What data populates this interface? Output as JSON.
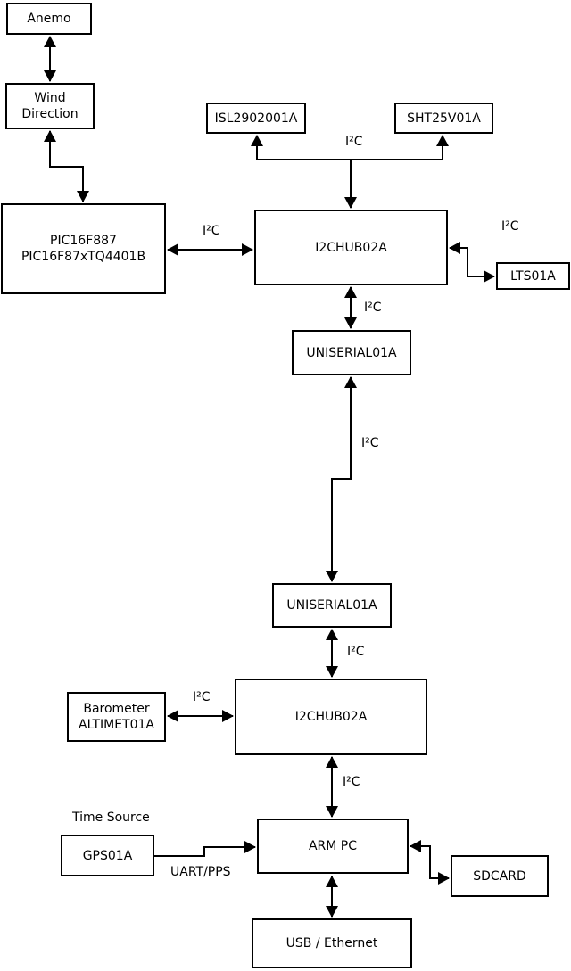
{
  "nodes": {
    "anemo": {
      "label": "Anemo"
    },
    "wind_direction": {
      "line1": "Wind",
      "line2": "Direction"
    },
    "pic_controller": {
      "line1": "PIC16F887",
      "line2": "PIC16F87xTQ4401B"
    },
    "isl_sensor": {
      "label": "ISL2902001A"
    },
    "sht_sensor": {
      "label": "SHT25V01A"
    },
    "i2c_hub_top": {
      "label": "I2CHUB02A"
    },
    "lts_sensor": {
      "label": "LTS01A"
    },
    "uniserial_top": {
      "label": "UNISERIAL01A"
    },
    "uniserial_bottom": {
      "label": "UNISERIAL01A"
    },
    "i2c_hub_bottom": {
      "label": "I2CHUB02A"
    },
    "barometer": {
      "line1": "Barometer",
      "line2": "ALTIMET01A"
    },
    "gps": {
      "label": "GPS01A"
    },
    "arm_pc": {
      "label": "ARM PC"
    },
    "sdcard": {
      "label": "SDCARD"
    },
    "usb_ethernet": {
      "label": "USB / Ethernet"
    }
  },
  "labels": {
    "i2c_sensor_bus": "I²C",
    "i2c_pic_hub": "I²C",
    "i2c_lts": "I²C",
    "i2c_hub_uniserial": "I²C",
    "i2c_serial_link": "I²C",
    "i2c_uniserial_hub": "I²C",
    "i2c_barometer_hub": "I²C",
    "i2c_hub_armpc": "I²C",
    "time_source": "Time Source",
    "uart_pps": "UART/PPS"
  },
  "colors": {
    "line": "#000000",
    "background": "#ffffff",
    "box_fill": "#ffffff",
    "text": "#000000"
  }
}
